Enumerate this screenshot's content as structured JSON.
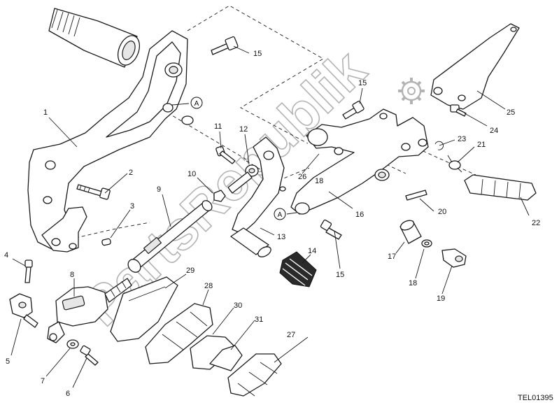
{
  "watermark": "PartsRepublik",
  "drawing_code": "TEL01395",
  "reference_marker": "A",
  "callouts": {
    "c1": "1",
    "c2": "2",
    "c3": "3",
    "c4": "4",
    "c5": "5",
    "c6": "6",
    "c7": "7",
    "c8": "8",
    "c9": "9",
    "c10": "10",
    "c11": "11",
    "c12": "12",
    "c13": "13",
    "c14": "14",
    "c15a": "15",
    "c15b": "15",
    "c15c": "15",
    "c16": "16",
    "c17": "17",
    "c18a": "18",
    "c18b": "18",
    "c19": "19",
    "c20": "20",
    "c21": "21",
    "c22": "22",
    "c23": "23",
    "c24": "24",
    "c25": "25",
    "c26": "26",
    "c27": "27",
    "c28": "28",
    "c29": "29",
    "c30": "30",
    "c31": "31"
  },
  "icons": {
    "watermark_gear": "gear-icon"
  }
}
